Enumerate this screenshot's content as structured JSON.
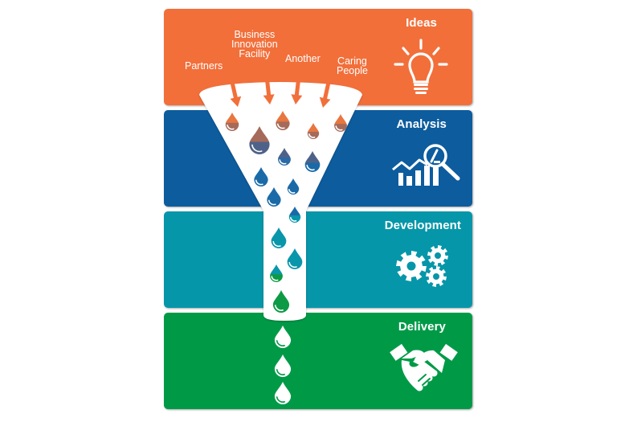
{
  "diagram": {
    "type": "funnel",
    "stages": [
      {
        "id": "ideas",
        "title": "Ideas",
        "icon": "lightbulb-icon",
        "color": "#f26f3a"
      },
      {
        "id": "analysis",
        "title": "Analysis",
        "icon": "chart-magnifier-icon",
        "color": "#0d5c9e"
      },
      {
        "id": "development",
        "title": "Development",
        "icon": "gears-icon",
        "color": "#0696a9"
      },
      {
        "id": "delivery",
        "title": "Delivery",
        "icon": "handshake-icon",
        "color": "#009a47"
      }
    ],
    "sources": [
      {
        "label": "Partners"
      },
      {
        "label": "Business\nInnovation\nFacility"
      },
      {
        "label": "Another"
      },
      {
        "label": "Caring\nPeople"
      }
    ],
    "arrow_color": "#f26f3a",
    "drop_colors": {
      "ideas": "#e8763f",
      "transition": "#a56a5a",
      "analysis": "#1a6aa8",
      "development": "#0996aa",
      "delivery": "#0d9a45",
      "output": "#ffffff"
    }
  }
}
